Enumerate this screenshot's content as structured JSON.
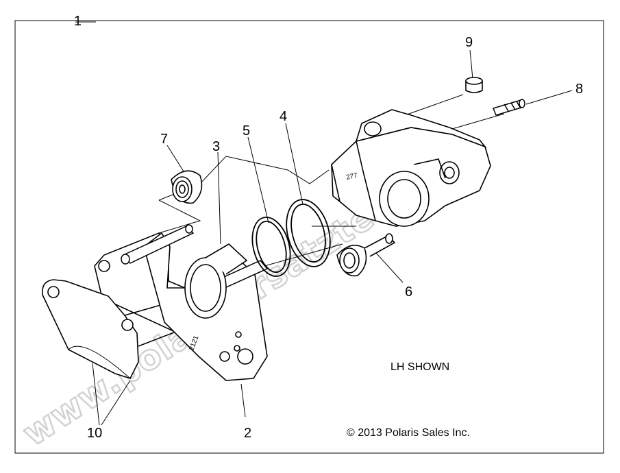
{
  "diagram": {
    "callouts": {
      "c1": "1",
      "c2": "2",
      "c3": "3",
      "c4": "4",
      "c5": "5",
      "c6": "6",
      "c7": "7",
      "c8": "8",
      "c9": "9",
      "c10": "10"
    },
    "note": "LH SHOWN",
    "copyright": "© 2013 Polaris Sales Inc.",
    "caliper_mark": "277",
    "bracket_mark": "2121",
    "watermark": "www.polarisersatzteile.de"
  }
}
